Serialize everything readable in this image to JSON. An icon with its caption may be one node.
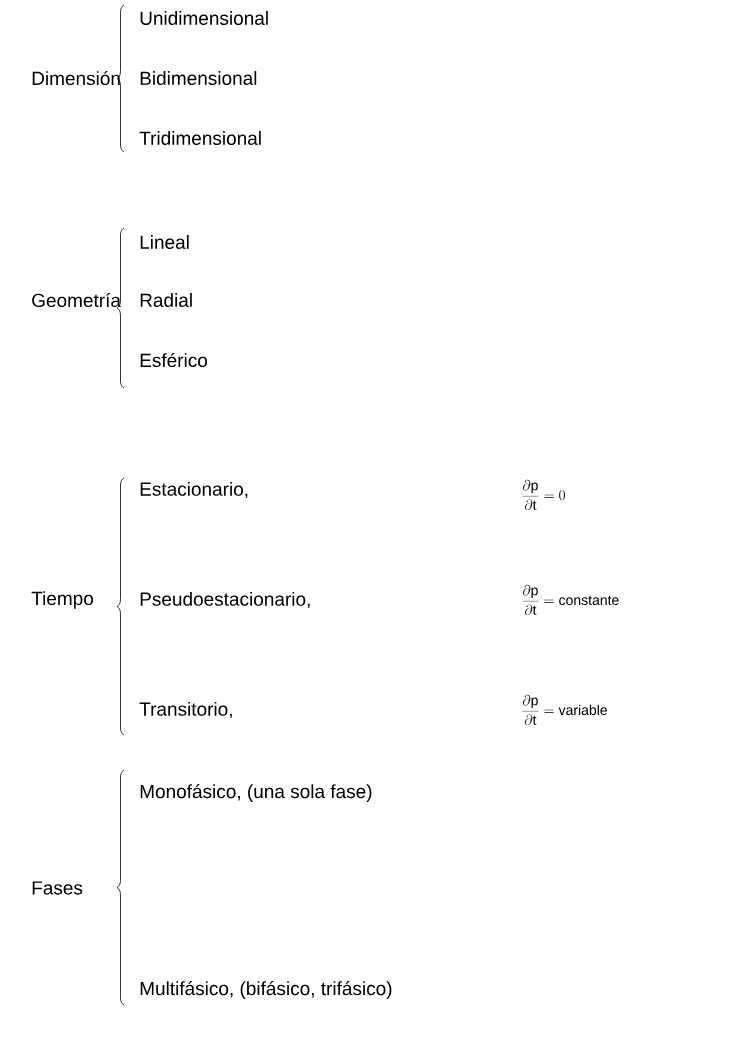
{
  "diagram": {
    "labels": [
      "Dimensión",
      "Unidimensional",
      "Bidimensional",
      "Tridimensional",
      "Geometría",
      "Lineal",
      "Radial",
      "Esférico",
      "Estacionario,",
      "\\frac{\\partial \\mathrm{p}}{\\partial \\mathrm{t}}=0",
      "Tiempo",
      "Pseudoestacionario,",
      "\\frac{\\partial \\mathrm{p}}{\\partial \\mathrm{t}}=\\mathrm{constante}",
      "Transitorio,",
      "\\frac{\\partial \\mathrm{p}}{\\partial \\mathrm{t}}=\\mathrm{variable}",
      "Fases",
      "Monofásico,  (una sola fase)",
      "Multifásico,  (bifásico, trifásico)"
    ]
  }
}
